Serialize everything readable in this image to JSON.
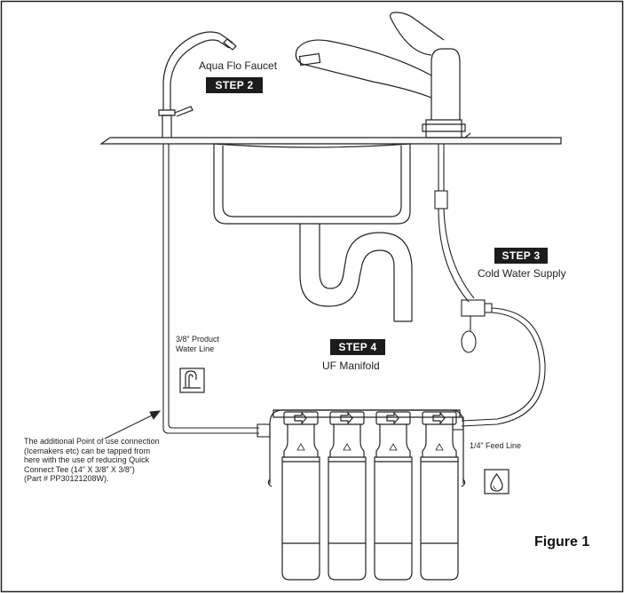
{
  "labels": {
    "aqua_flo_faucet": "Aqua Flo Faucet",
    "cold_water_supply": "Cold Water Supply",
    "uf_manifold": "UF Manifold",
    "product_water_line": "3/8” Product\nWater Line",
    "feed_line": "1/4” Feed Line",
    "figure": "Figure 1"
  },
  "steps": {
    "step2": "STEP 2",
    "step3": "STEP 3",
    "step4": "STEP 4"
  },
  "note": "The additional Point of use connection\n(Icemakers etc) can be tapped from\nhere with the use of reducing Quick\nConnect Tee (14” X 3/8” X 3/8”)\n(Part # PP30121208W).",
  "colors": {
    "line": "#222222",
    "step_bg": "#1c1c1c",
    "step_text": "#ffffff"
  },
  "icons": [
    "faucet-icon",
    "water-drop-icon"
  ]
}
